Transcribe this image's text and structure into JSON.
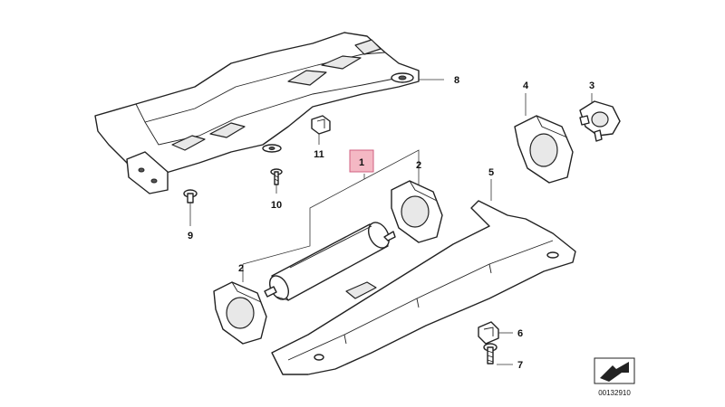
{
  "diagram": {
    "highlight_color": "#f4b8c4",
    "callouts": [
      {
        "id": "1",
        "text": "1",
        "highlighted": true
      },
      {
        "id": "2a",
        "text": "2"
      },
      {
        "id": "2b",
        "text": "2"
      },
      {
        "id": "3",
        "text": "3"
      },
      {
        "id": "4",
        "text": "4"
      },
      {
        "id": "5",
        "text": "5"
      },
      {
        "id": "6",
        "text": "6"
      },
      {
        "id": "7",
        "text": "7"
      },
      {
        "id": "8",
        "text": "8"
      },
      {
        "id": "9",
        "text": "9"
      },
      {
        "id": "10",
        "text": "10"
      },
      {
        "id": "11",
        "text": "11"
      }
    ],
    "reference_number": "00132910"
  }
}
